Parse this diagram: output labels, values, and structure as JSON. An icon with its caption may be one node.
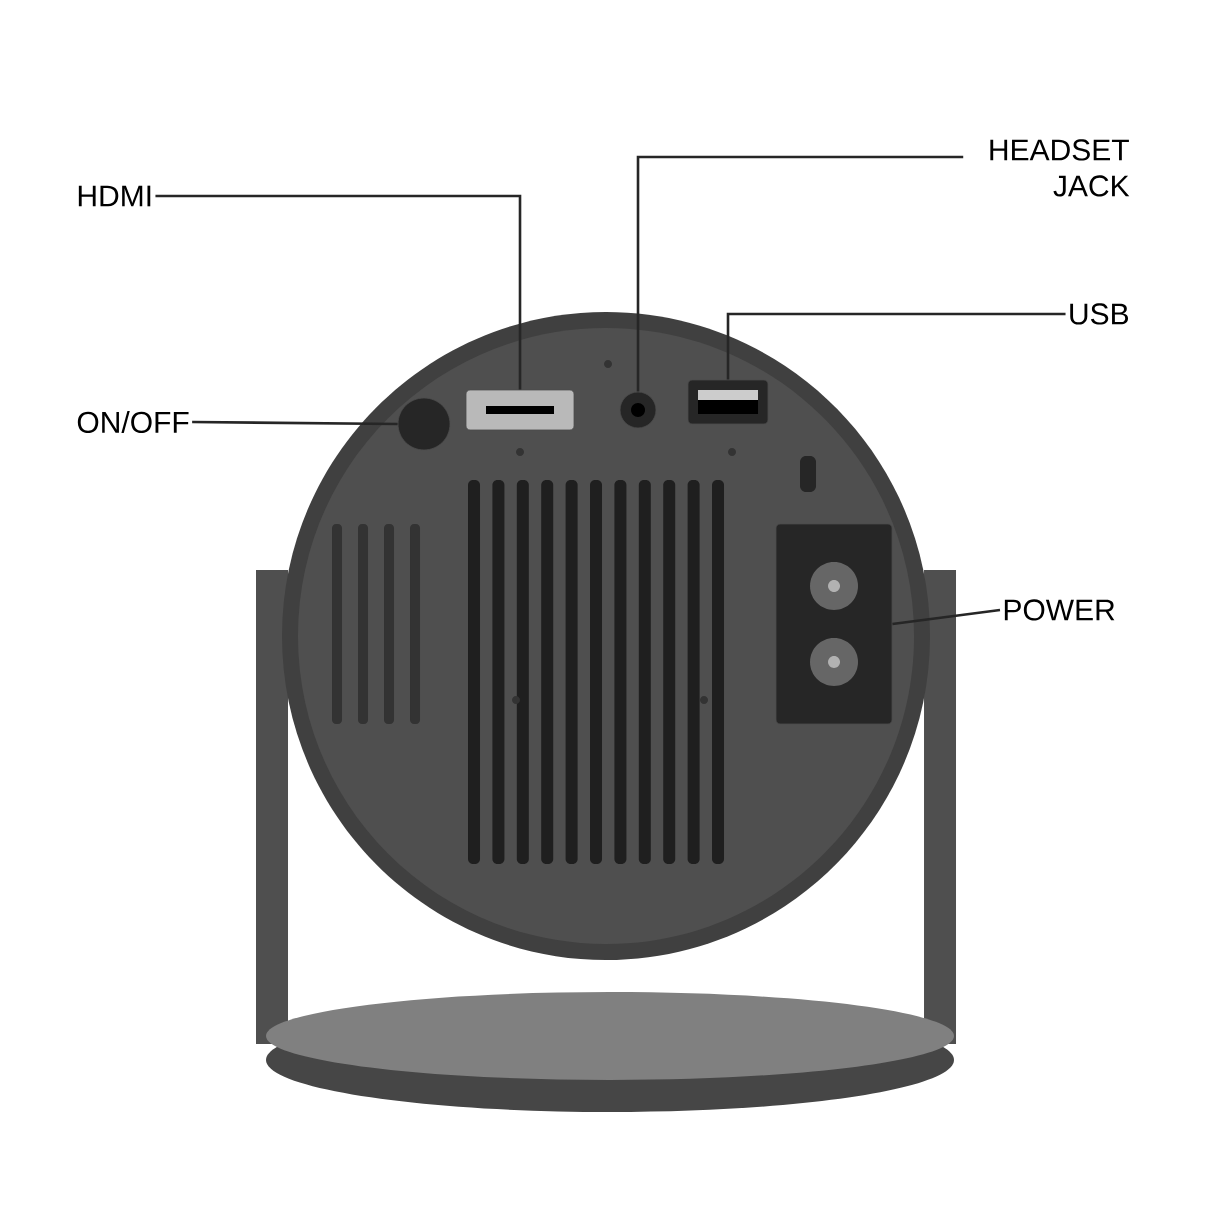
{
  "diagram": {
    "nodes": [
      {
        "text": [
          "HEADSET JACK"
        ]
      },
      {
        "text": [
          "HDMI"
        ]
      },
      {
        "text": [
          "USB"
        ]
      },
      {
        "text": [
          "ON/OFF"
        ]
      },
      {
        "text": [
          "POWER"
        ]
      },
      {
        "text": [],
        "shape": "circle"
      },
      {
        "text": [],
        "shape": "box"
      },
      {
        "text": [],
        "shape": "circle"
      },
      {
        "text": [],
        "shape": "box"
      },
      {
        "text": [],
        "shape": "box"
      }
    ],
    "edges": [
      {
        "from": 0,
        "to": 7,
        "arrow": "none"
      },
      {
        "from": 1,
        "to": 6,
        "arrow": "none"
      },
      {
        "from": 2,
        "to": 8,
        "arrow": "none"
      },
      {
        "from": 3,
        "to": 5,
        "arrow": "none"
      },
      {
        "from": 4,
        "to": 9,
        "arrow": "none"
      }
    ]
  }
}
